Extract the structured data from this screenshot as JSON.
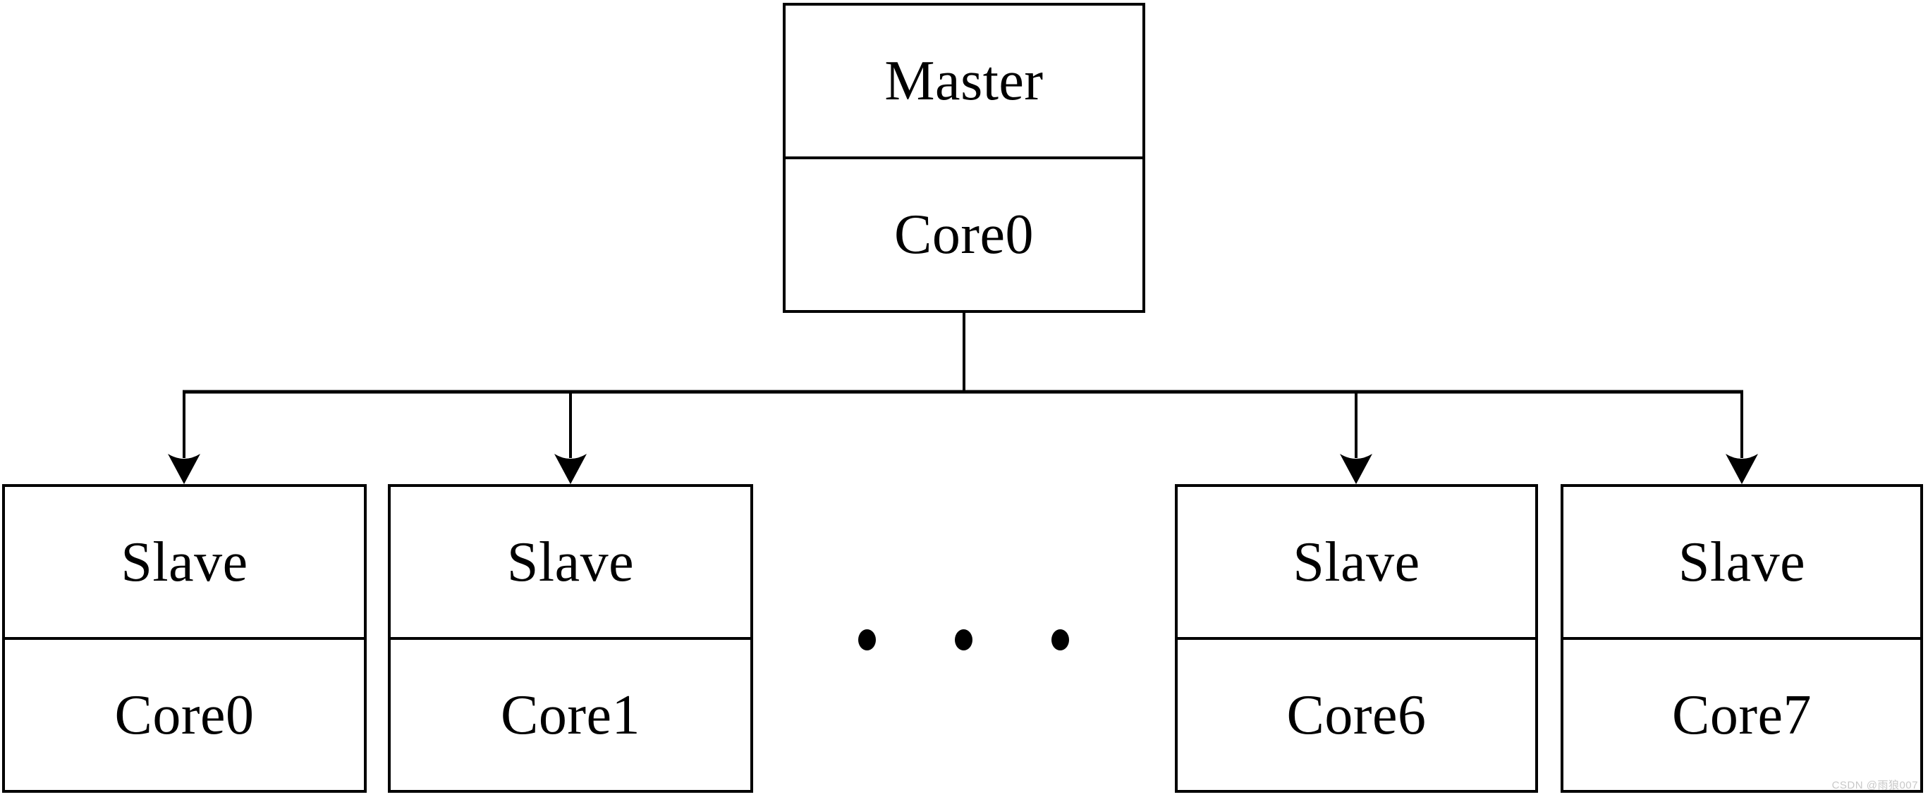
{
  "diagram": {
    "master": {
      "role": "Master",
      "core": "Core0"
    },
    "slaves": [
      {
        "role": "Slave",
        "core": "Core0"
      },
      {
        "role": "Slave",
        "core": "Core1"
      },
      {
        "role": "Slave",
        "core": "Core6"
      },
      {
        "role": "Slave",
        "core": "Core7"
      }
    ],
    "edges": [
      {
        "from": "Master/Core0",
        "to": "Slave/Core0"
      },
      {
        "from": "Master/Core0",
        "to": "Slave/Core1"
      },
      {
        "from": "Master/Core0",
        "to": "Slave/Core6"
      },
      {
        "from": "Master/Core0",
        "to": "Slave/Core7"
      }
    ],
    "ellipsis_icon": "ellipsis-dots",
    "watermark": "CSDN @雨狼007",
    "colors": {
      "line": "#000000",
      "text": "#000000",
      "background": "#ffffff",
      "watermark": "#c8c8c8"
    }
  }
}
